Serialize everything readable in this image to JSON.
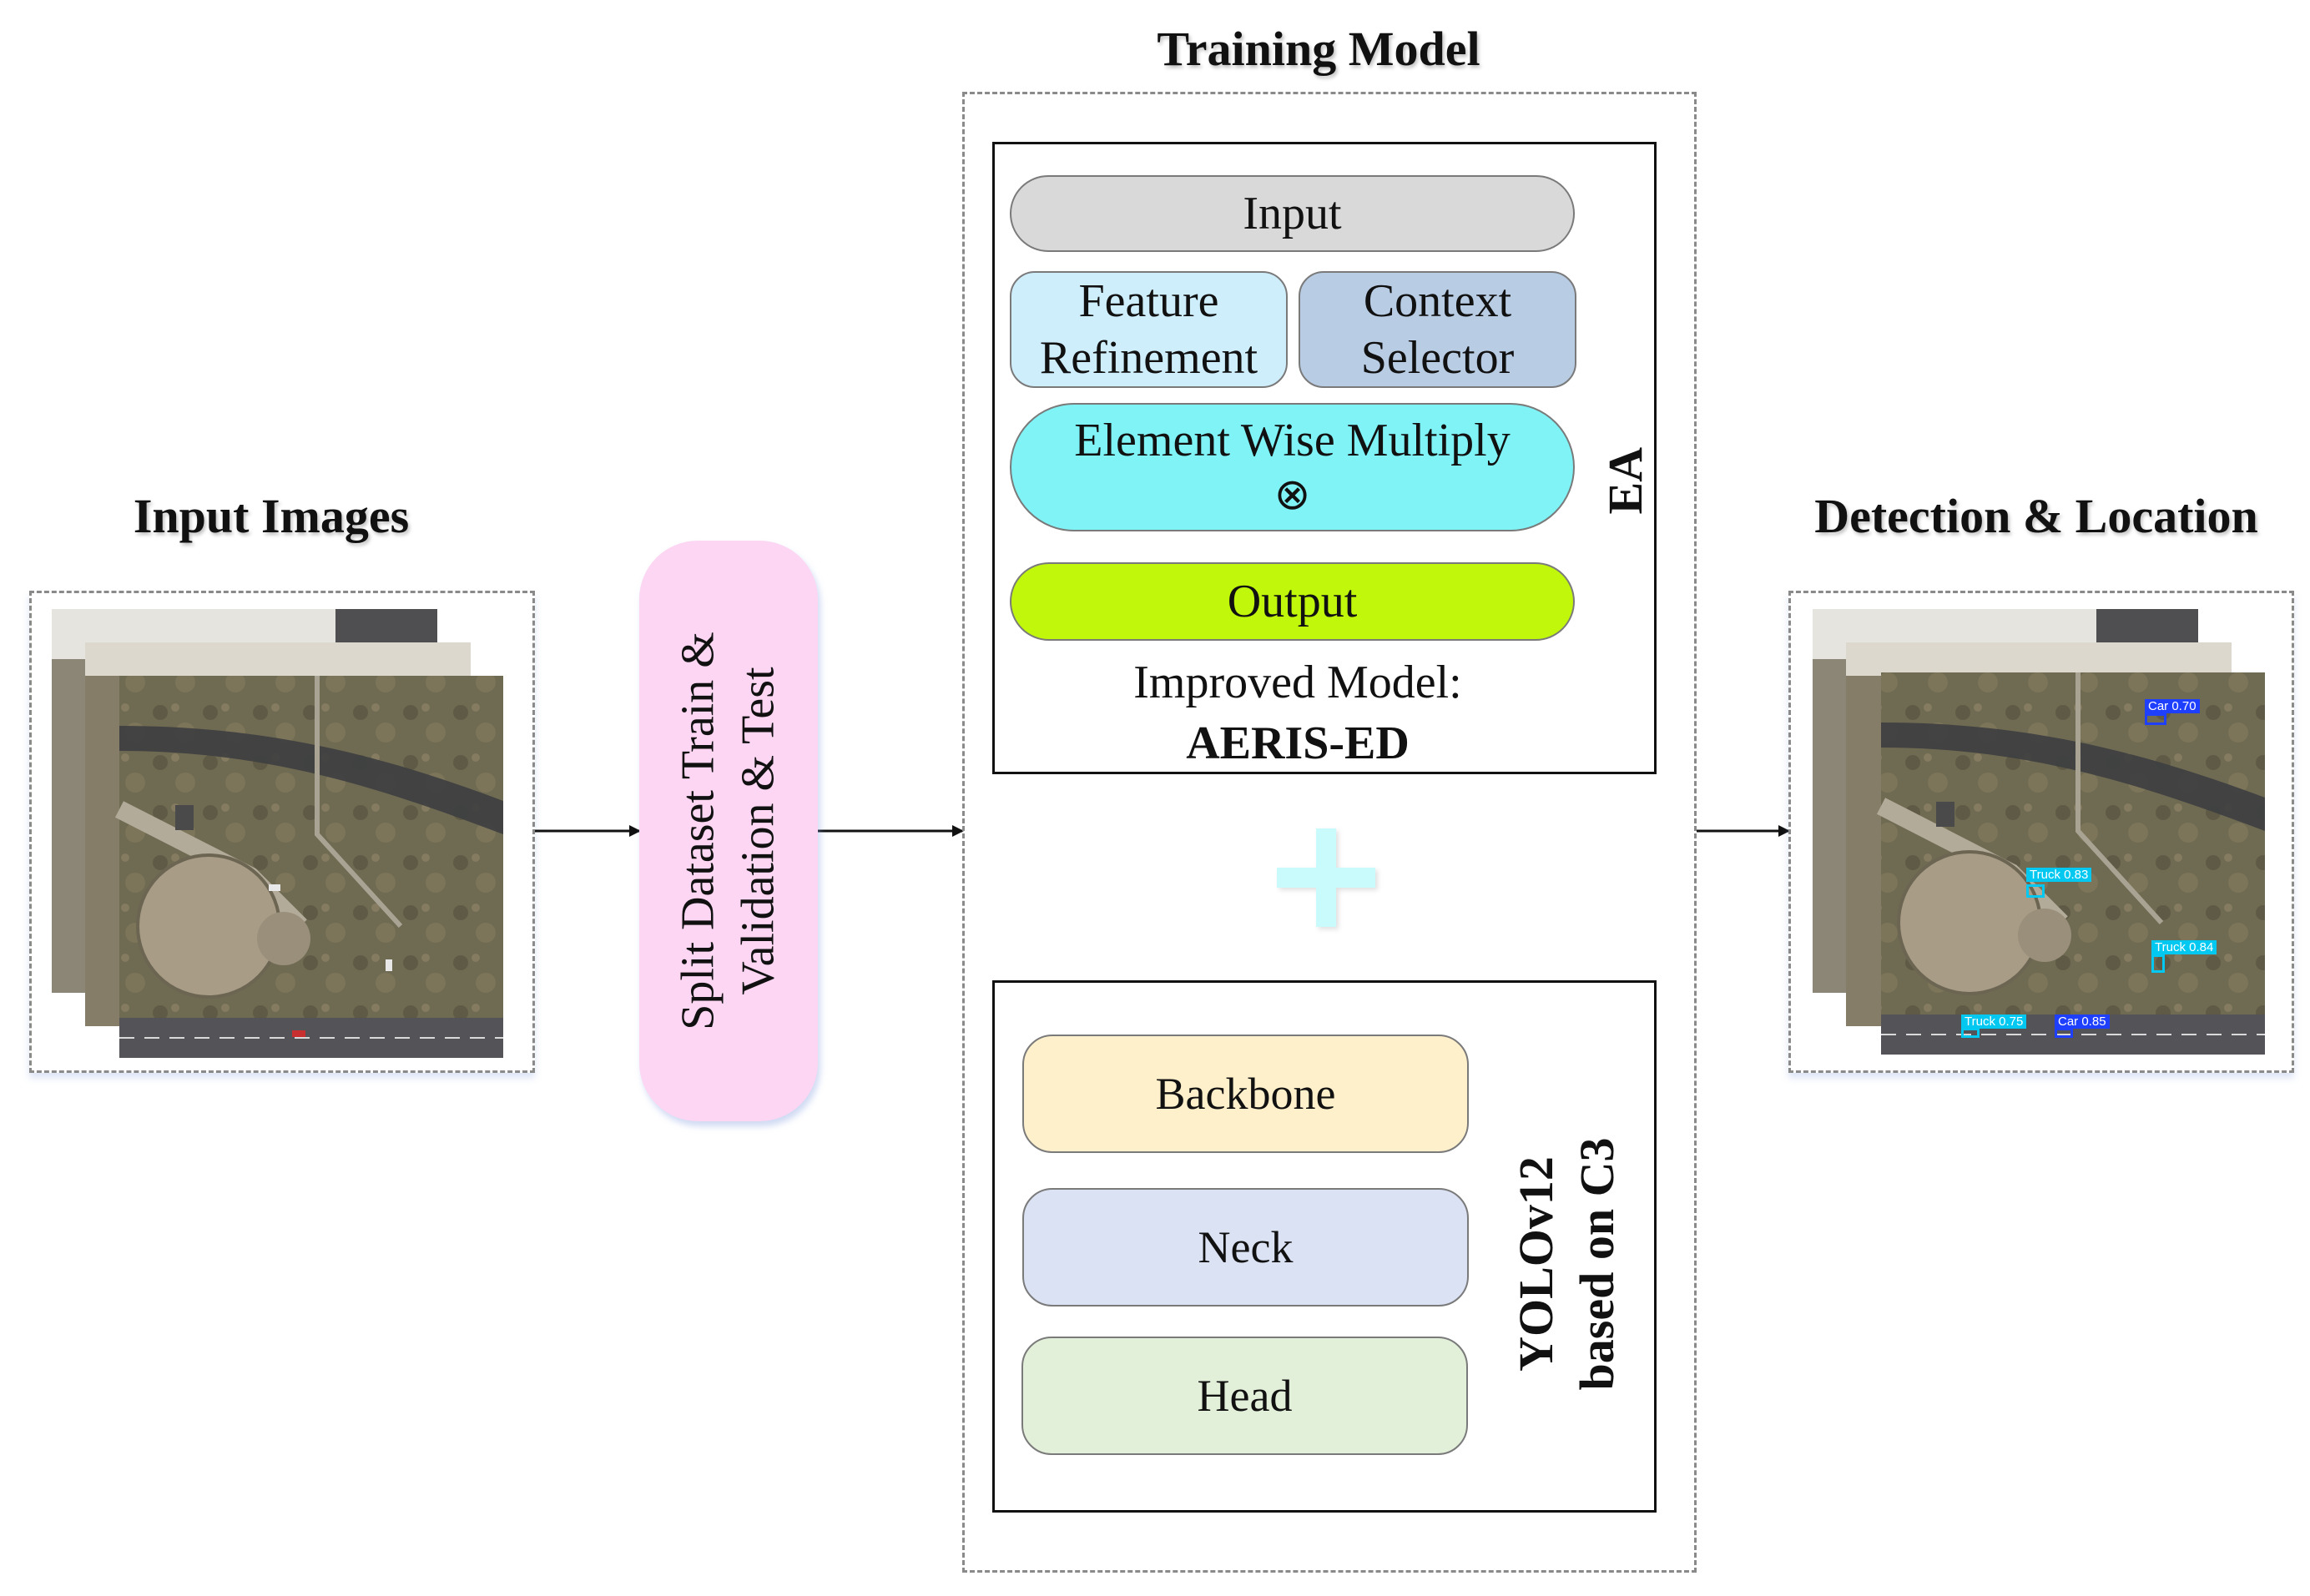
{
  "headings": {
    "input_images": "Input Images",
    "training_model": "Training Model",
    "detection_location": "Detection & Location"
  },
  "split_block": {
    "line1": "Split Dataset Train &",
    "line2": "Validation & Test",
    "color": "#fcd6f2"
  },
  "ea_module": {
    "side_label": "EA",
    "input": "Input",
    "feature_refinement": [
      "Feature",
      "Refinement"
    ],
    "context_selector": [
      "Context",
      "Selector"
    ],
    "element_wise_multiply": "Element Wise Multiply",
    "multiply_symbol": "⊗",
    "output": "Output",
    "caption_line1": "Improved Model:",
    "caption_line2": "AERIS-ED",
    "colors": {
      "input": "#d9d9d9",
      "feature_refinement": "#cfeefc",
      "context_selector": "#b8cce4",
      "element_wise": "#7ff3f6",
      "output": "#c0f70a"
    }
  },
  "plus_sign": {
    "color": "#c9fbfd",
    "icon": "plus-icon"
  },
  "yolo_module": {
    "side_label_line1": "YOLOv12",
    "side_label_line2": "based on C3",
    "backbone": "Backbone",
    "neck": "Neck",
    "head": "Head",
    "colors": {
      "backbone": "#fff0cc",
      "neck": "#dae2f4",
      "head": "#e2efd9"
    }
  },
  "detections": [
    {
      "label": "Car 0.70",
      "color": "#1f3fff"
    },
    {
      "label": "Truck 0.83",
      "color": "#00c8f0"
    },
    {
      "label": "Truck 0.84",
      "color": "#00c8f0"
    },
    {
      "label": "Truck 0.75",
      "color": "#00c8f0"
    },
    {
      "label": "Car 0.85",
      "color": "#1f3fff"
    }
  ]
}
